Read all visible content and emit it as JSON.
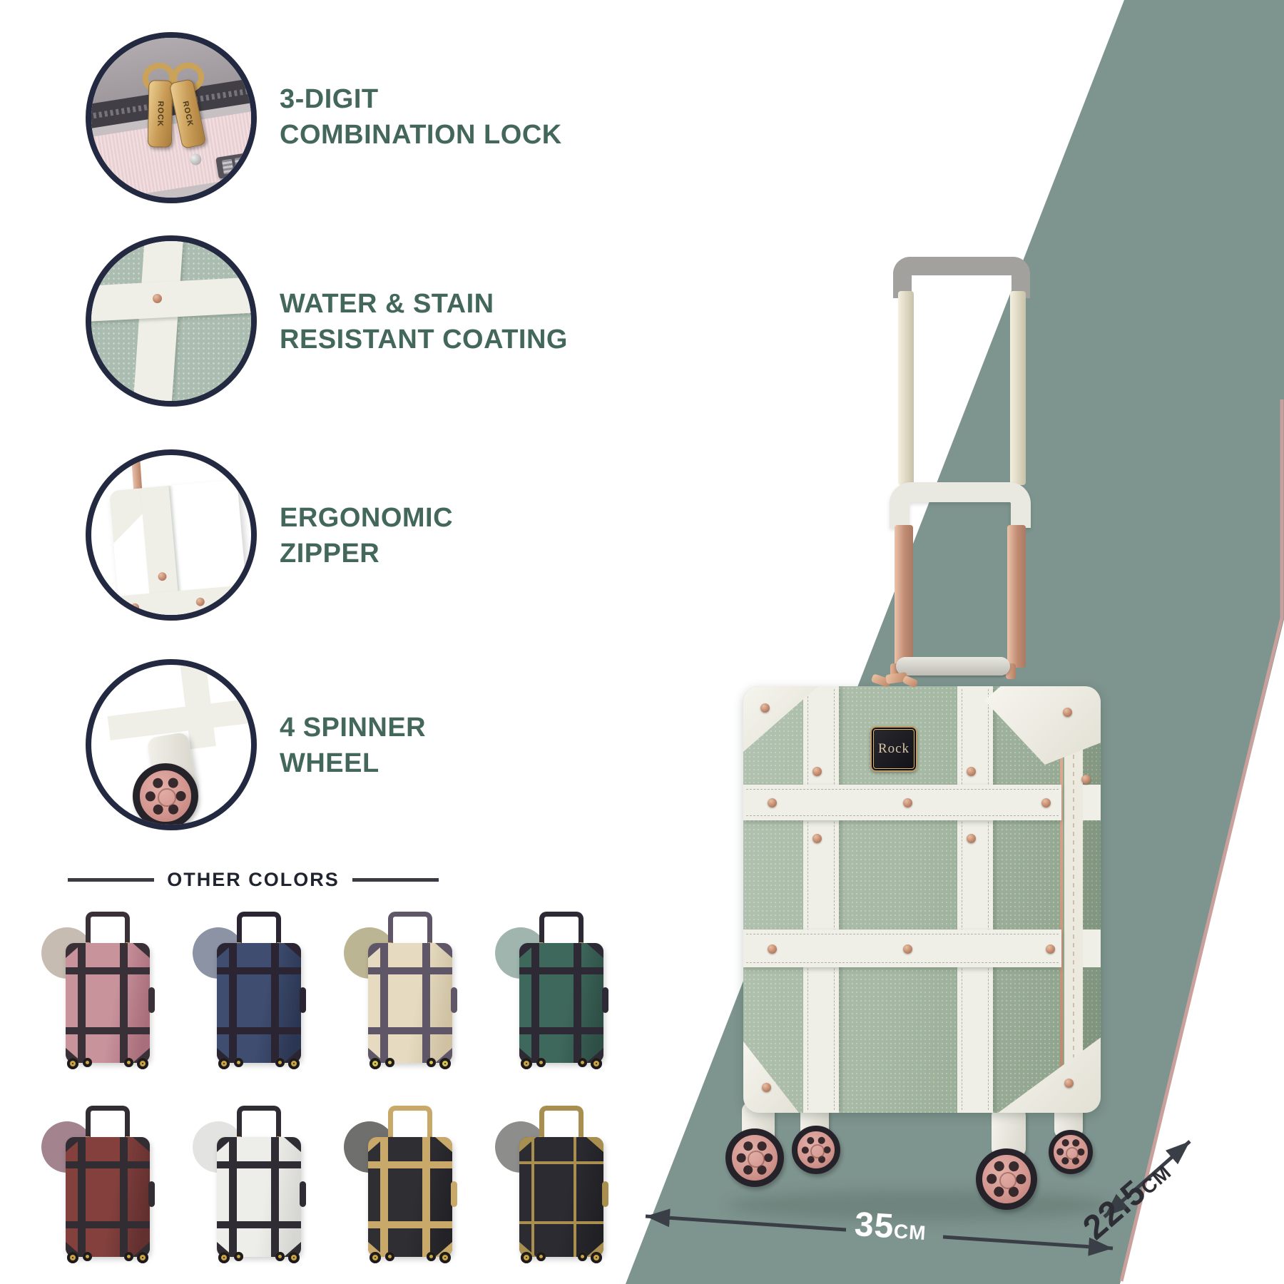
{
  "theme": {
    "band": "#7e948e",
    "edge-line": "#c9a09c",
    "feature-text": "#44675c",
    "heading-text": "#20242f",
    "circle-border": "#232940",
    "strap-white": "#efefe8",
    "arrow": "#3a3e46"
  },
  "features": [
    {
      "id": "combination-lock",
      "line1": "3-DIGIT",
      "line2": "COMBINATION LOCK",
      "pull_text": "ROCK"
    },
    {
      "id": "coating",
      "line1": "WATER & STAIN",
      "line2": "RESISTANT COATING"
    },
    {
      "id": "zipper",
      "line1": "ERGONOMIC",
      "line2": "ZIPPER"
    },
    {
      "id": "spinner-wheel",
      "line1": "4 SPINNER",
      "line2": "WHEEL"
    }
  ],
  "other_colors": {
    "heading": "OTHER COLORS",
    "variants": [
      {
        "name": "rose-gold",
        "body": "#c9939c",
        "body_shade": "#a86e7b",
        "strap": "#3a3138",
        "circle": "#c6bcb1",
        "wheel": "#c9a43e"
      },
      {
        "name": "navy",
        "body": "#3e4d70",
        "body_shade": "#2b3652",
        "strap": "#2b2533",
        "circle": "#8b93a4",
        "wheel": "#c9a43e"
      },
      {
        "name": "cream",
        "body": "#e6dbc1",
        "body_shade": "#cfc1a2",
        "strap": "#5f5668",
        "circle": "#bcb593",
        "wheel": "#d6c14a"
      },
      {
        "name": "teal",
        "body": "#3f685c",
        "body_shade": "#2e4f46",
        "strap": "#2e2a35",
        "circle": "#a0b5ae",
        "wheel": "#c9a43e"
      },
      {
        "name": "burgundy",
        "body": "#83403d",
        "body_shade": "#62302f",
        "strap": "#322c33",
        "circle": "#a2838e",
        "wheel": "#c9a43e"
      },
      {
        "name": "white",
        "body": "#edede9",
        "body_shade": "#d6d6d2",
        "strap": "#2f2d33",
        "circle": "#e3e3e1",
        "wheel": "#c9a43e"
      },
      {
        "name": "black-gold",
        "body": "#2f2e33",
        "body_shade": "#232227",
        "strap": "#c9a96a",
        "circle": "#6f6f6d",
        "wheel": "#c9a43e"
      },
      {
        "name": "black",
        "body": "#2c2b31",
        "body_shade": "#202025",
        "strap": "#a98f4f",
        "circle": "#8d8d8b",
        "wheel": "#c9a43e"
      }
    ]
  },
  "product": {
    "brand": "Rock",
    "shell_color": "#a6b9a4",
    "strap_color": "#efefe8",
    "rose_gold": "#c28e7c",
    "wheel_hub": "#d1948d"
  },
  "dimensions": {
    "width": {
      "value": "35",
      "unit": "CM"
    },
    "depth": {
      "value": "22.5",
      "unit": "CM"
    }
  }
}
